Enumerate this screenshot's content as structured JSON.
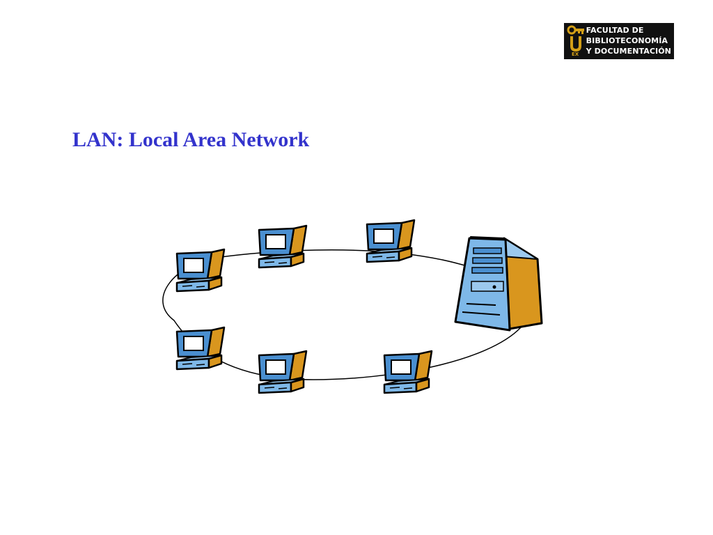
{
  "logo": {
    "lines": [
      "FACULTAD DE",
      "BIBLIOTECONOMÍA",
      "Y DOCUMENTACIÓN"
    ],
    "mark_letters": "UEX",
    "colors": {
      "background": "#111111",
      "key": "#d4a017",
      "text": "#ffffff"
    }
  },
  "slide": {
    "title": "LAN: Local Area Network",
    "title_color": "#3333cc"
  },
  "diagram": {
    "topology": "ring",
    "nodes": [
      {
        "kind": "workstation"
      },
      {
        "kind": "workstation"
      },
      {
        "kind": "workstation"
      },
      {
        "kind": "workstation"
      },
      {
        "kind": "workstation"
      },
      {
        "kind": "workstation"
      },
      {
        "kind": "server"
      }
    ],
    "colors": {
      "screen_frame": "#4a8fd0",
      "screen": "#ffffff",
      "side": "#d9961e",
      "base": "#7eb8e8",
      "outline": "#000000"
    }
  }
}
